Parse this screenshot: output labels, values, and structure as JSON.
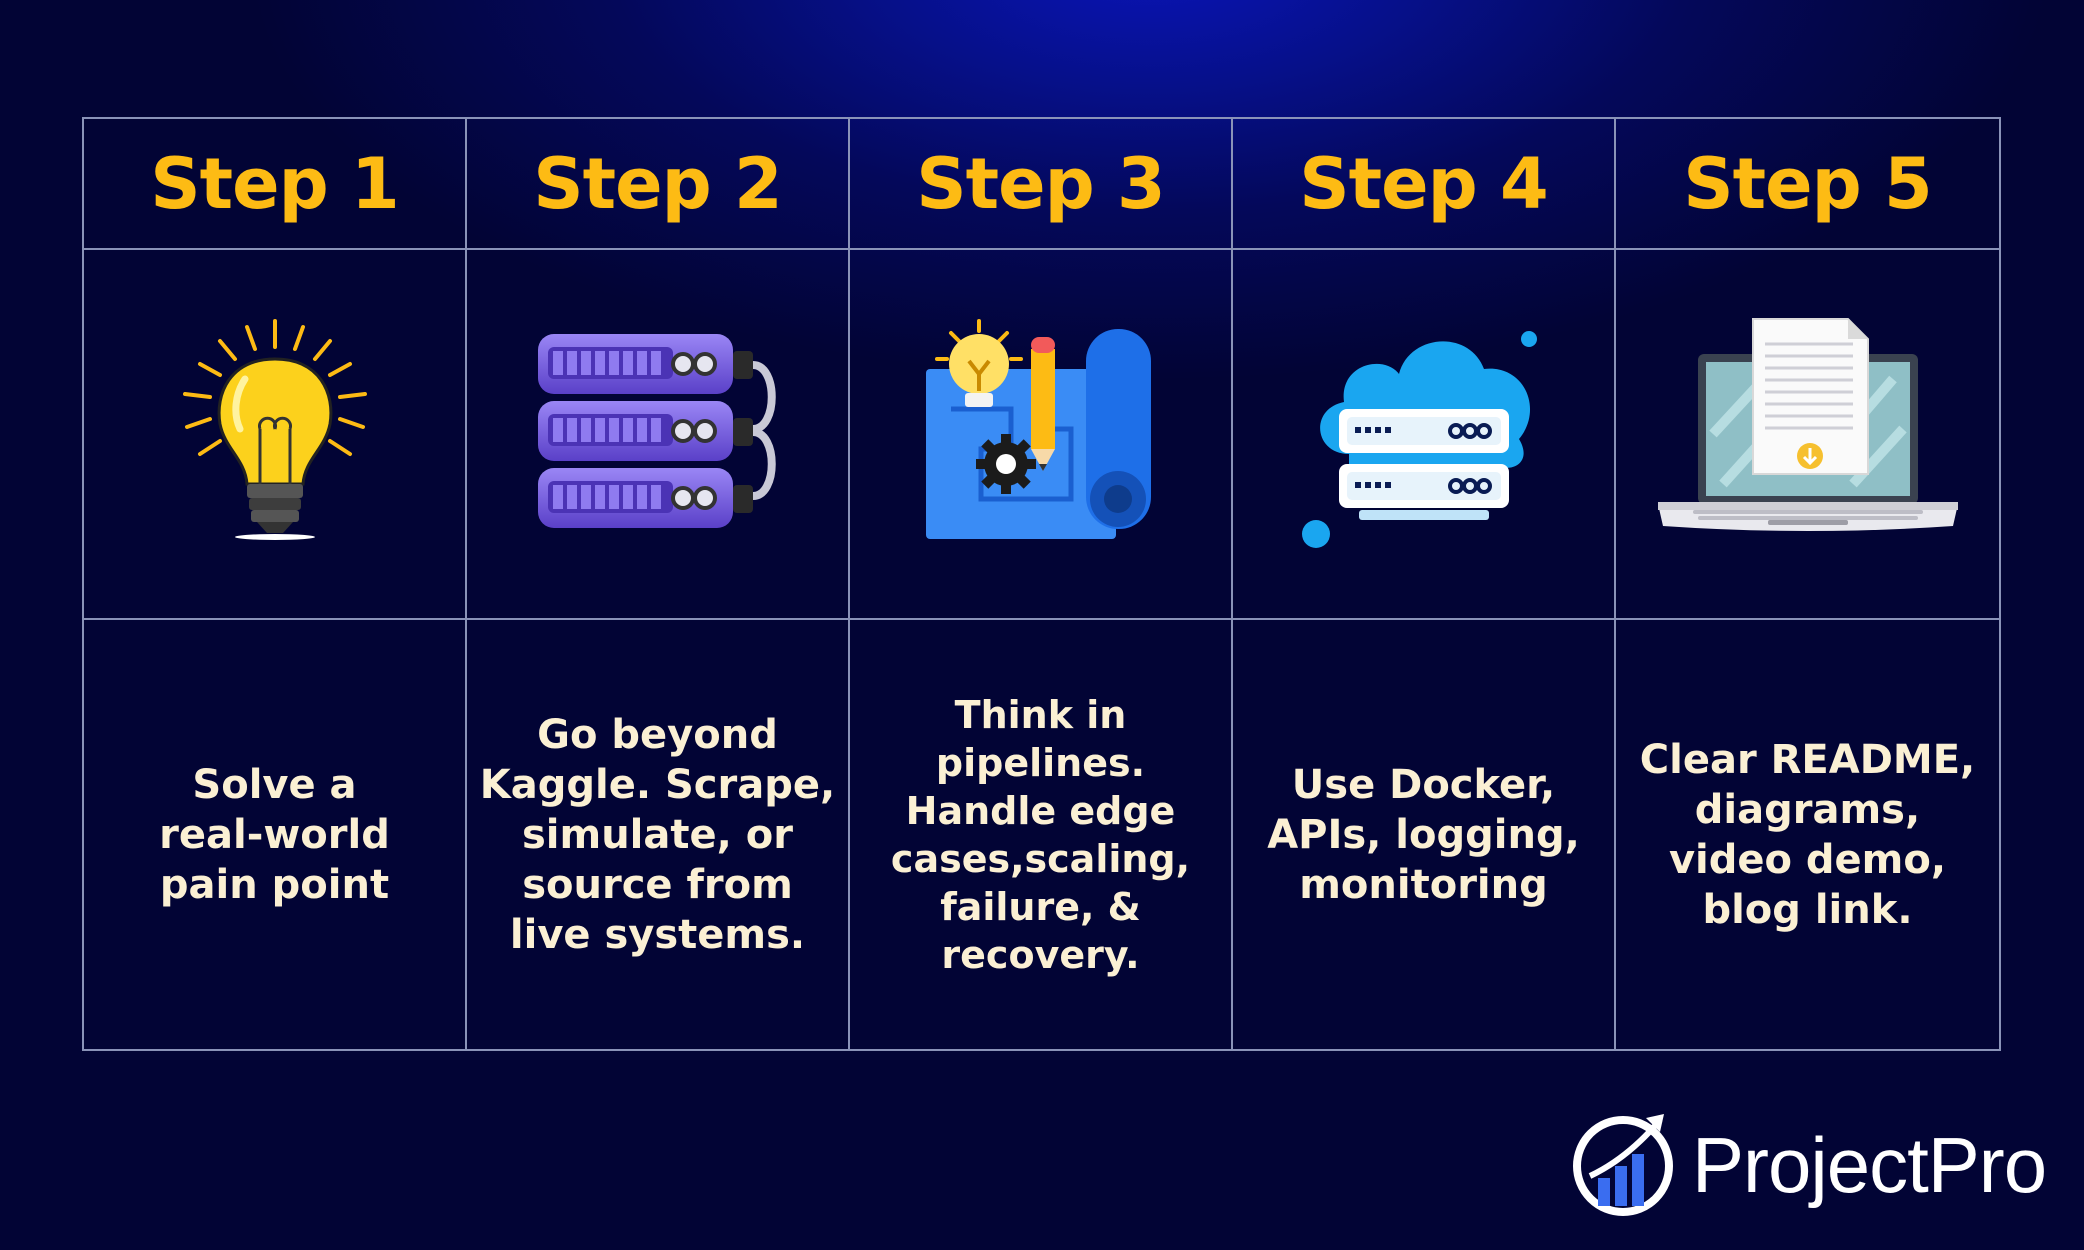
{
  "steps": [
    {
      "title": "Step 1",
      "icon": "lightbulb-icon",
      "description": "Solve a\nreal-world\npain point"
    },
    {
      "title": "Step 2",
      "icon": "server-stack-icon",
      "description": "Go beyond\nKaggle. Scrape,\nsimulate, or\nsource from\nlive systems."
    },
    {
      "title": "Step 3",
      "icon": "blueprint-icon",
      "description": "Think in pipelines.\nHandle edge\ncases,scaling,\nfailure, &\nrecovery."
    },
    {
      "title": "Step 4",
      "icon": "cloud-server-icon",
      "description": "Use Docker,\nAPIs, logging,\nmonitoring"
    },
    {
      "title": "Step 5",
      "icon": "laptop-document-icon",
      "description": "Clear README,\ndiagrams,\nvideo demo,\nblog link."
    }
  ],
  "brand": {
    "name": "ProjectPro",
    "logo_icon": "growth-chart-logo-icon"
  },
  "colors": {
    "title": "#fdbb14",
    "text": "#fbf0d4",
    "grid": "#8a93b8",
    "background": "#040a6a"
  }
}
